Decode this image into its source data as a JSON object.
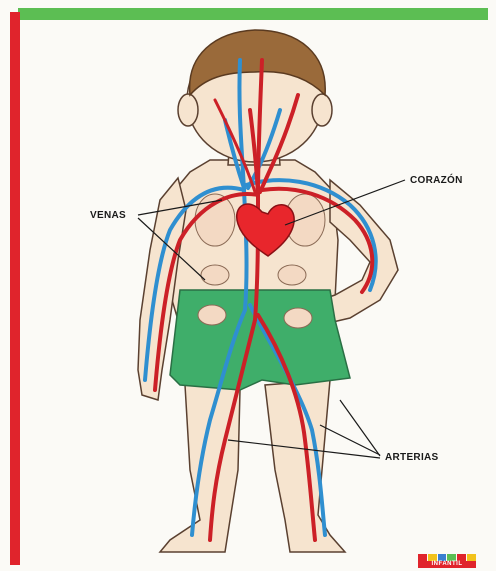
{
  "labels": {
    "venas": "VENAS",
    "corazon": "CORAZÓN",
    "arterias": "ARTERIAS"
  },
  "logo": {
    "text": "INFANTIL"
  },
  "colors": {
    "top_bar": "#5cbe53",
    "left_bar": "#e0242c",
    "skin": "#f6e4cf",
    "hair": "#9a6a3a",
    "shorts": "#3fae6a",
    "artery": "#cc2027",
    "vein": "#2f8fd0",
    "heart": "#e8262c"
  }
}
